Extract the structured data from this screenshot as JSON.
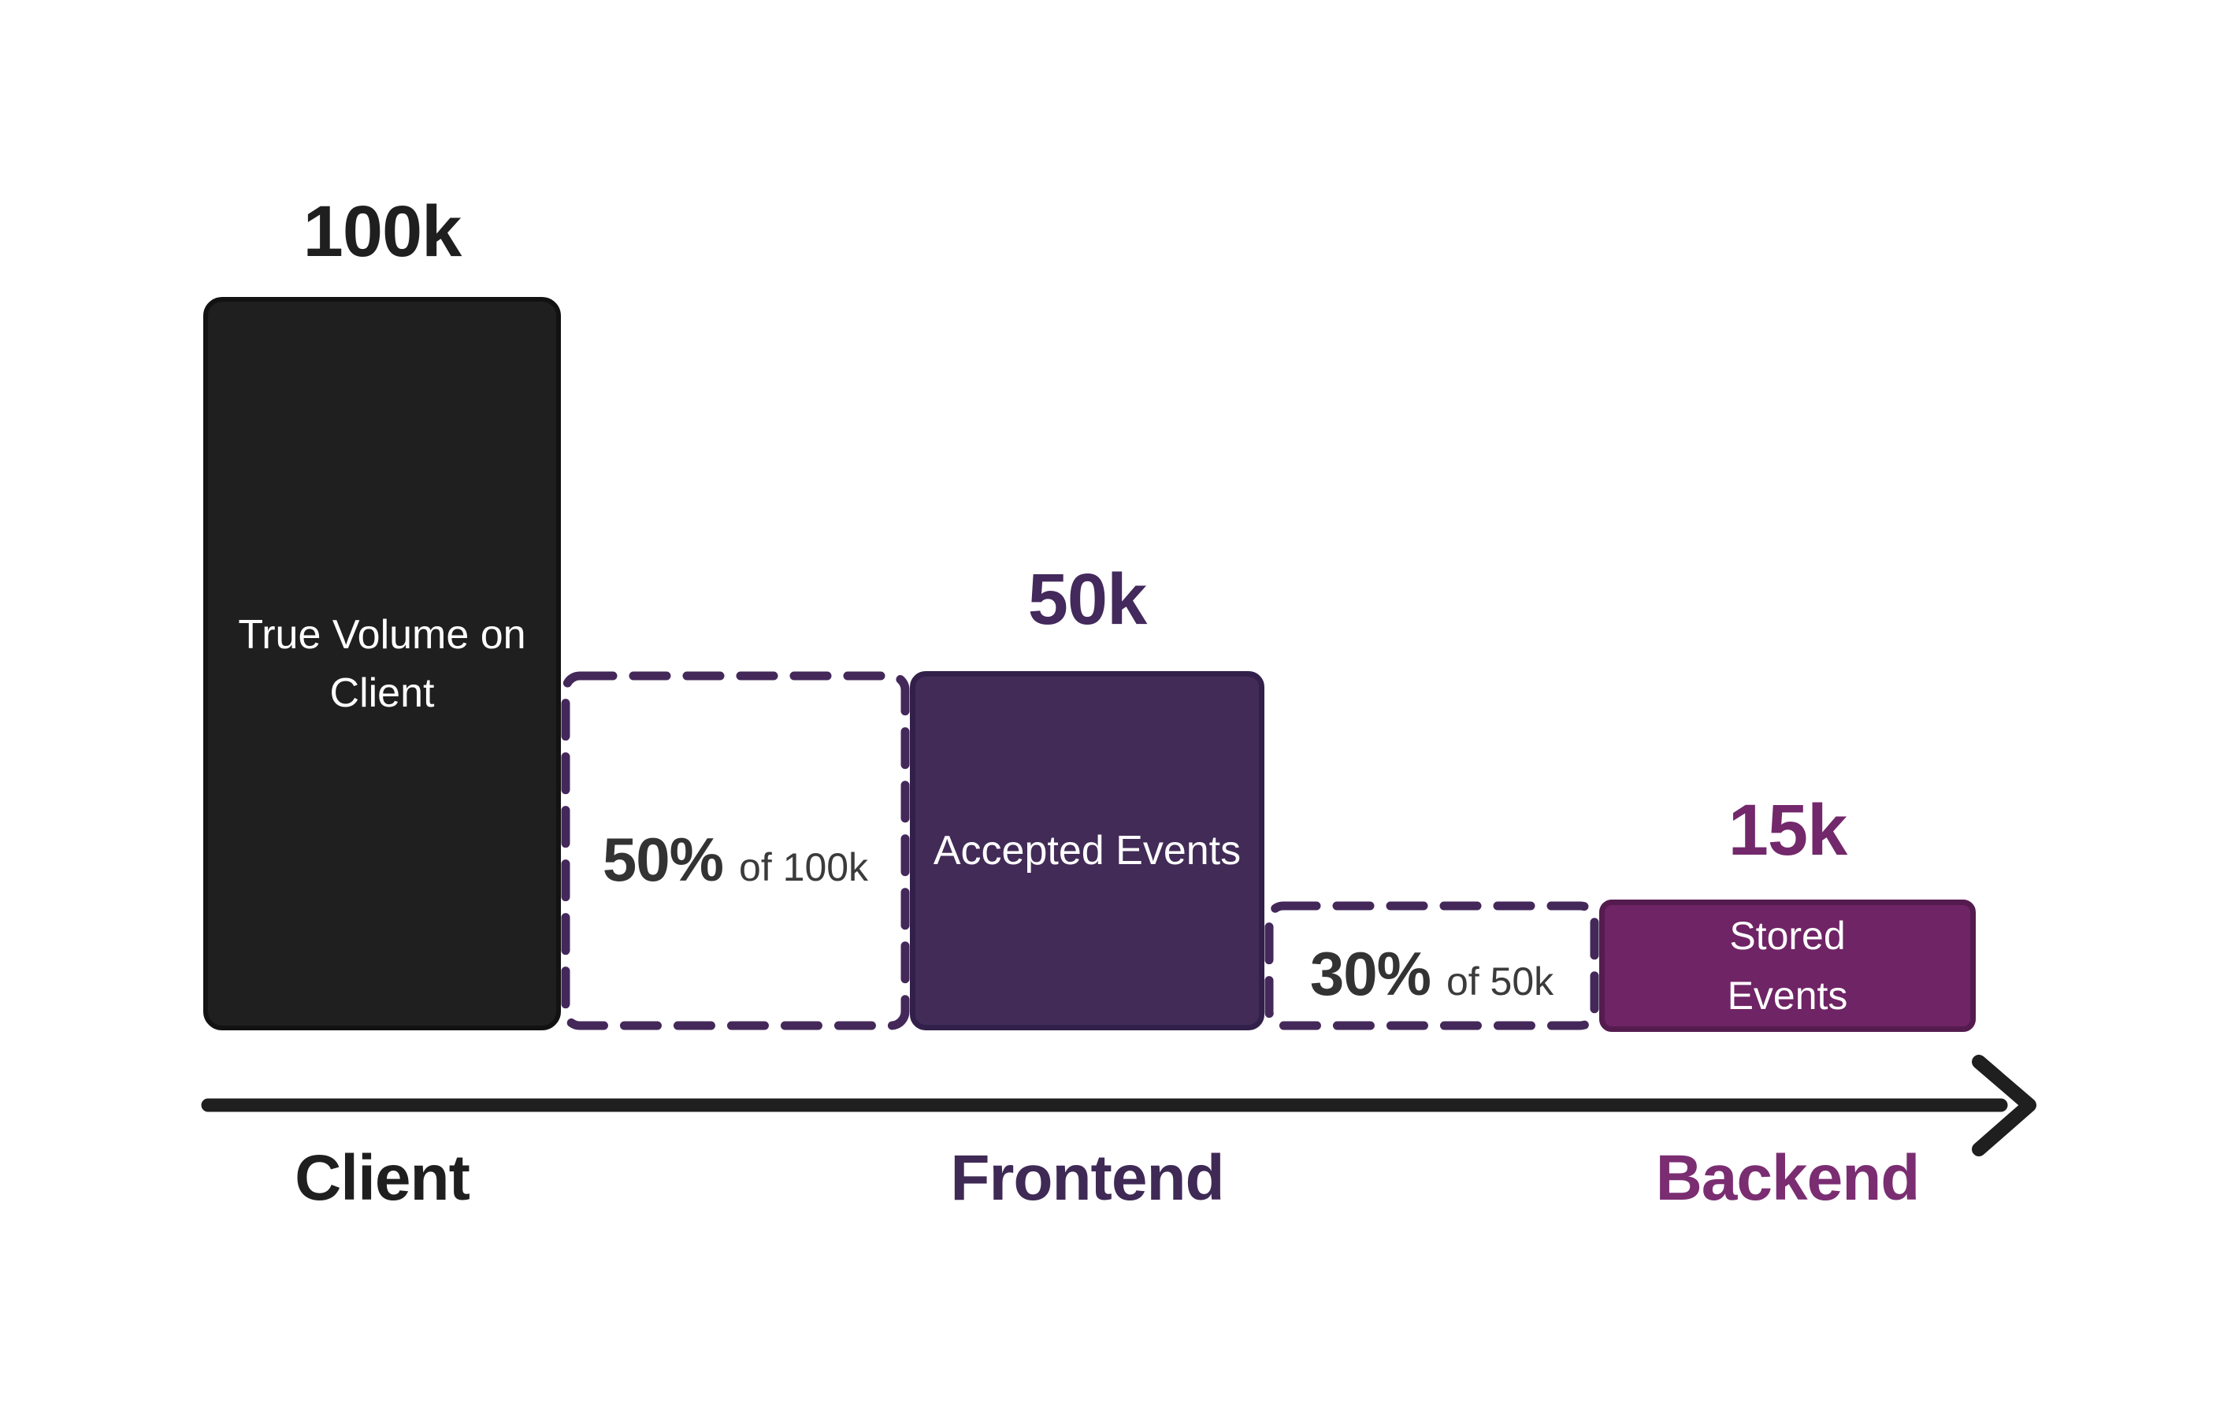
{
  "chart_data": {
    "type": "bar",
    "subtype": "event-volume-funnel",
    "categories": [
      "Client",
      "Frontend",
      "Backend"
    ],
    "series": [
      {
        "name": "Events",
        "values": [
          100000,
          50000,
          15000
        ]
      }
    ],
    "value_labels": [
      "100k",
      "50k",
      "15k"
    ],
    "bar_labels": [
      "True Volume on Client",
      "Accepted Events",
      "Stored Events"
    ],
    "retention_annotations": [
      "50% of 100k",
      "30% of 50k"
    ],
    "legend": "none",
    "grid": false,
    "x_axis_style": "black arrow pointing right"
  },
  "columns": {
    "client": {
      "value": "100k",
      "bar_line1": "True Volume on",
      "bar_line2": "Client",
      "axis": "Client"
    },
    "frontend": {
      "value": "50k",
      "bar_label": "Accepted Events",
      "axis": "Frontend"
    },
    "backend": {
      "value": "15k",
      "bar_line1": "Stored",
      "bar_line2": "Events",
      "axis": "Backend"
    }
  },
  "drops": {
    "first": {
      "pct": "50%",
      "of": "of 100k"
    },
    "second": {
      "pct": "30%",
      "of": "of 50k"
    }
  },
  "colors": {
    "background": "#ffffff",
    "client_bar": "#1f1f1f",
    "frontend_bar": "#422b57",
    "backend_bar": "#6f2465",
    "dashed_border": "#44285a",
    "drop_text": "#333333",
    "arrow": "#1f1f1f",
    "frontend_text": "#43295c",
    "backend_text": "#73286b"
  }
}
